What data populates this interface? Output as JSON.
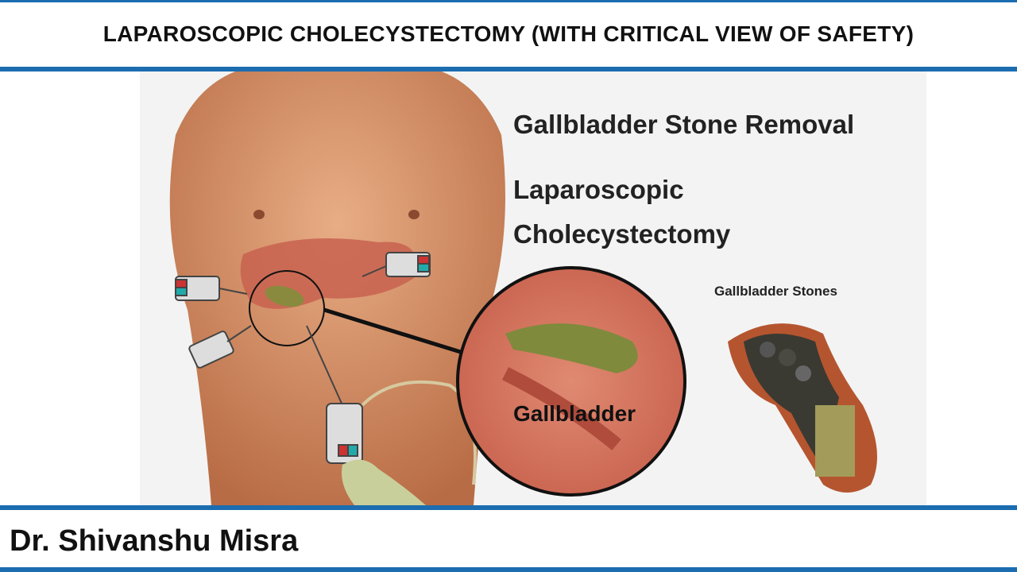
{
  "header": {
    "title": "LAPAROSCOPIC CHOLECYSTECTOMY (WITH CRITICAL VIEW OF SAFETY)"
  },
  "illustration": {
    "heading": "Gallbladder Stone Removal",
    "subheading_line1": "Laparoscopic",
    "subheading_line2": "Cholecystectomy",
    "stones_label": "Gallbladder Stones",
    "zoom_label": "Gallbladder"
  },
  "footer": {
    "author": "Dr. Shivanshu Misra"
  },
  "colors": {
    "accent": "#1b6db0",
    "skin": "#d9956b",
    "liver": "#c8624f",
    "gallbladder": "#8a8a3e"
  }
}
